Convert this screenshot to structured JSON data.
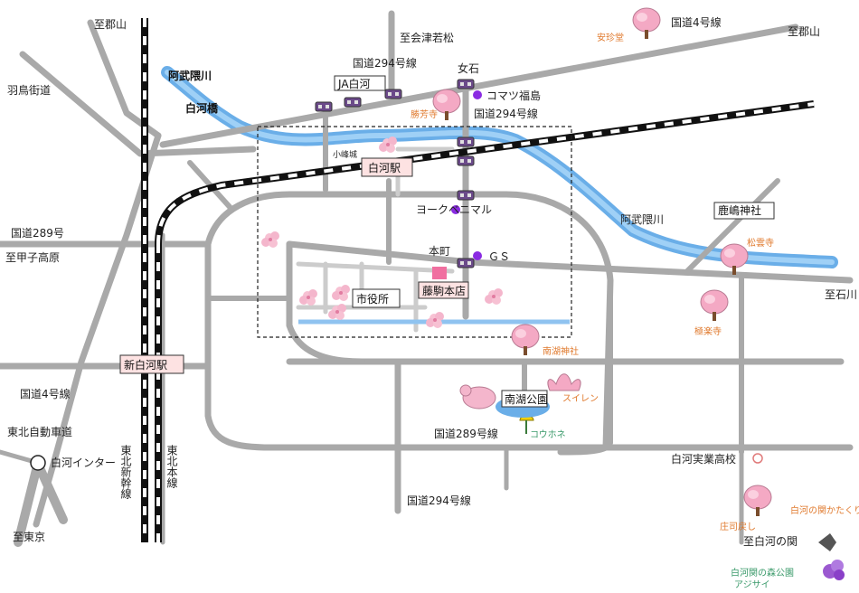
{
  "colors": {
    "road": "#a9a9a9",
    "river": "#6aaee8",
    "sakura": "#f4b6cc",
    "orange_label": "#e07a2e",
    "green_label": "#3a9a6a",
    "purple_marker": "#8a2be2"
  },
  "places": {
    "to_koriyama_top": "至郡山",
    "to_koriyama_right": "至郡山",
    "to_aizu": "至会津若松",
    "hatori_kaido": "羽鳥街道",
    "abukuma_river_1": "阿武隈川",
    "abukuma_river_2": "阿武隈川",
    "shirakawa_bridge": "白河橋",
    "route294_top": "国道294号線",
    "ja_shirakawa": "JA白河",
    "onnaishi": "女石",
    "komatsu_fukushima": "コマツ福島",
    "route294_mid": "国道294号線",
    "shohoji": "勝芳寺",
    "route4_top": "国道4号線",
    "anchindo": "安珍堂",
    "komine_castle": "小峰城",
    "shirakawa_station": "白河駅",
    "yorkbenimaru": "ヨークベニマル",
    "kashima_shrine": "鹿嶋神社",
    "route289_left": "国道289号",
    "to_koshi_kogen": "至甲子高原",
    "honmachi": "本町",
    "gs": "ＧＳ",
    "shoun_ji": "松雲寺",
    "to_ishikawa": "至石川",
    "fujikoma_honten": "藤駒本店",
    "city_hall": "市役所",
    "gokuraku_ji": "極楽寺",
    "nanko_shrine": "南湖神社",
    "shin_shirakawa_station": "新白河駅",
    "route4_left": "国道4号線",
    "nanko_park": "南湖公園",
    "suiren": "スイレン",
    "tohoku_expressway": "東北自動車道",
    "shirakawa_ic": "白河インター",
    "route289_bottom": "国道289号線",
    "kouhone": "コウホネ",
    "shirakawa_jitsugyo": "白河実業高校",
    "tohoku_shinkansen": "東北新幹線",
    "tohoku_main_line": "東北本線",
    "route294_bottom": "国道294号線",
    "shirakawa_seki_story": "白河の関かたくり",
    "shoji_modoshi": "庄司戻し",
    "to_tokyo": "至東京",
    "to_shirakawa_seki": "至白河の関",
    "seki_forest_park": "白河関の森公園",
    "ajisai": "アジサイ"
  }
}
